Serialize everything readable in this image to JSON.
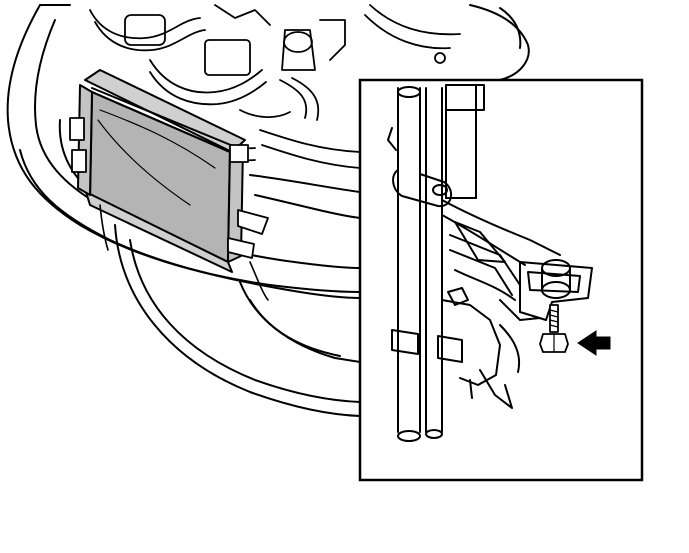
{
  "diagram": {
    "type": "technical-line-drawing",
    "subject": "front-end-radiator-assembly-with-detail-inset",
    "colors": {
      "line": "#000000",
      "background": "#ffffff",
      "highlight_fill": "#b4b4b4"
    },
    "inset": {
      "callout": "arrow-pointing-at-bolt"
    },
    "icons": [
      "arrow-icon",
      "bolt-icon"
    ]
  }
}
